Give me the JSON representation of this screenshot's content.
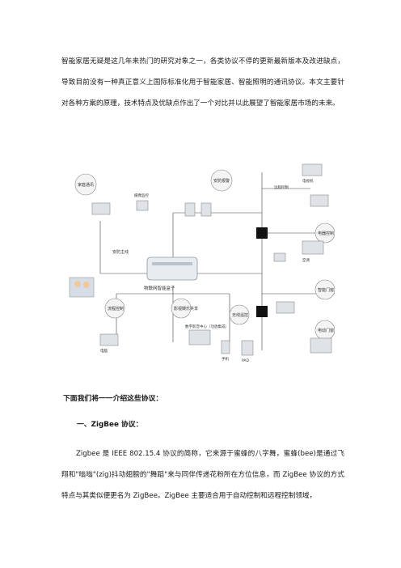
{
  "intro": "智能家居无疑是这几年来热门的研究对象之一，各类协议不停的更新最新版本及改进缺点，导致目前没有一种真正意义上国际标准化用于智能家居、智能照明的通讯协议。本文主要针对各种方案的原理，技术特点及优缺点作出了一个对比并以此展望了智能家居市场的未来。",
  "diagram": {
    "hub": "物联网智能盒子",
    "top_left_node": "家庭通讯",
    "security_node": "安防报警",
    "lighting_node": "电器控制",
    "smart_door_node": "智能门窗",
    "curtain_node": "电动门窗",
    "flow_node": "流程控制",
    "media_node": "影视娱乐共享",
    "remote_node": "无线遥控",
    "label_line": "安防主线",
    "label_center": "数字影音中心（功放集成）",
    "label_tv": "电视机",
    "label_pc": "电脑",
    "label_phone": "手机",
    "label_pad": "PAD",
    "label_camera": "摄像监控",
    "label_remote": "远程控制",
    "label_ac": "空调"
  },
  "intro_heading": "下面我们将一一介绍这些协议：",
  "section1_heading": "一、ZigBee 协议：",
  "section1_text": "Zigbee 是 IEEE 802.15.4 协议的简称，它来源于蜜蜂的八字舞，蜜蜂(bee)是通过飞翔和\"嗡嗡\"(zig)抖动翅膀的\"舞蹈\"来与同伴传递花粉所在方位信息，而 ZigBee 协议的方式特点与其类似便更名为 ZigBee。ZigBee 主要适合用于自动控制和远程控制领域，"
}
